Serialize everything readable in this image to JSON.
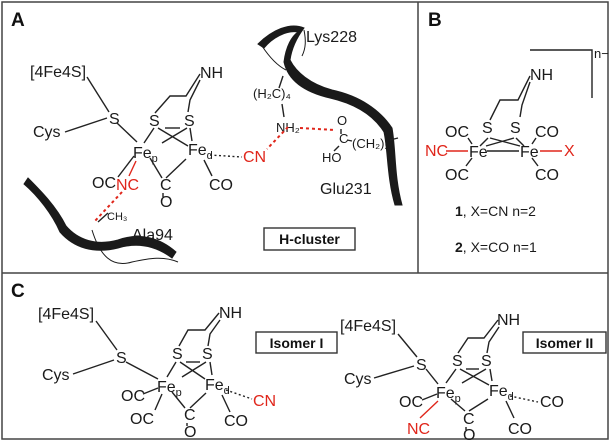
{
  "panels": {
    "A": "A",
    "B": "B",
    "C": "C"
  },
  "panel_a": {
    "fe4s": "[4Fe4S]",
    "cys": "Cys",
    "s_cys": "S",
    "s_left": "S",
    "s_right": "S",
    "nh": "NH",
    "fe_p": "Fe",
    "fe_p_sub": "p",
    "fe_d": "Fe",
    "fe_d_sub": "d",
    "co_left": "OC",
    "co_mid": "C",
    "co_mid_o": "O",
    "co_right": "CO",
    "nc": "NC",
    "cn": "CN",
    "lys": "Lys228",
    "h2c4": "(H₂C)₄",
    "nh2": "NH₂",
    "acid_o": "O",
    "acid_c": "C",
    "acid_ho": "HO",
    "ch2_2": "(CH₂)₂",
    "glu": "Glu231",
    "ch3": "CH₃",
    "ala": "Ala94",
    "hcluster": "H-cluster"
  },
  "panel_b": {
    "charge": "n−",
    "nh": "NH",
    "s_left": "S",
    "s_right": "S",
    "oc_top": "OC",
    "co_top": "CO",
    "nc": "NC",
    "fe_left": "Fe",
    "fe_right": "Fe",
    "x": "X",
    "oc_bottom": "OC",
    "co_bottom": "CO",
    "compound1_num": "1",
    "compound1_text": ", X=CN n=2",
    "compound2_num": "2",
    "compound2_text": ", X=CO n=1"
  },
  "panel_c": {
    "isomer1": {
      "label": "Isomer I",
      "fe4s": "[4Fe4S]",
      "cys": "Cys",
      "s_cys": "S",
      "s_left": "S",
      "s_right": "S",
      "nh": "NH",
      "fe_p": "Fe",
      "fe_p_sub": "p",
      "fe_d": "Fe",
      "fe_d_sub": "d",
      "co_left": "OC",
      "co_lower": "OC",
      "co_mid": "C",
      "co_mid_o": "O",
      "co_right": "CO",
      "cn": "CN"
    },
    "isomer2": {
      "label": "Isomer II",
      "fe4s": "[4Fe4S]",
      "cys": "Cys",
      "s_cys": "S",
      "s_left": "S",
      "s_right": "S",
      "nh": "NH",
      "fe_p": "Fe",
      "fe_p_sub": "p",
      "fe_d": "Fe",
      "fe_d_sub": "d",
      "co_left": "OC",
      "nc": "NC",
      "co_mid": "C",
      "co_mid_o": "O",
      "co_upper_right": "CO",
      "co_right": "CO"
    }
  },
  "colors": {
    "highlight": "#e0261b",
    "ink": "#1a1a1a",
    "frame": "#444444"
  }
}
